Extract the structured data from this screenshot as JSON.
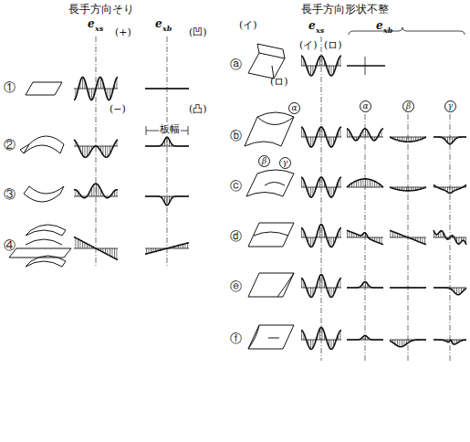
{
  "diagram": {
    "labels": [
      "長手方向そり",
      "長手方向形状不整",
      "e",
      "xs",
      "e",
      "xb",
      "(+)",
      "(凹)",
      "①",
      "(−)",
      "(凸)",
      "②",
      "板幅",
      "③",
      "④",
      "(イ)",
      "e",
      "xs",
      "e",
      "xb",
      "ⓐ",
      "(ロ)",
      "(イ)",
      "(ロ)",
      "ⓑ",
      "α",
      "α",
      "β",
      "γ",
      "β",
      "γ",
      "ⓒ",
      "ⓓ",
      "ⓔ",
      "ⓕ"
    ]
  }
}
